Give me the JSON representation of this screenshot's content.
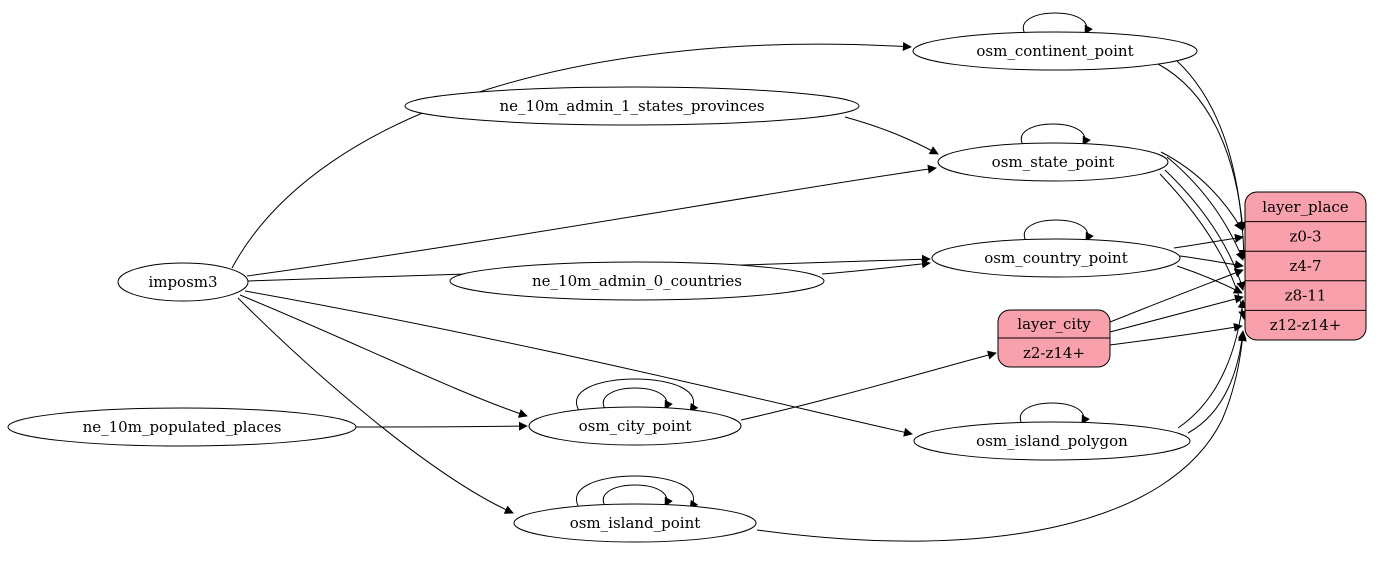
{
  "diagram": {
    "background": "#ffffff",
    "node_fill": "#ffffff",
    "stroke_color": "#000000",
    "record_fill": "#f8a0ac"
  },
  "nodes": {
    "imposm3": {
      "label": "imposm3"
    },
    "ne_admin1": {
      "label": "ne_10m_admin_1_states_provinces"
    },
    "ne_admin0": {
      "label": "ne_10m_admin_0_countries"
    },
    "ne_populated": {
      "label": "ne_10m_populated_places"
    },
    "continent": {
      "label": "osm_continent_point"
    },
    "state": {
      "label": "osm_state_point"
    },
    "country": {
      "label": "osm_country_point"
    },
    "city": {
      "label": "osm_city_point"
    },
    "island_polygon": {
      "label": "osm_island_polygon"
    },
    "island_point": {
      "label": "osm_island_point"
    }
  },
  "records": {
    "layer_city": {
      "title": "layer_city",
      "rows": [
        "z2-z14+"
      ]
    },
    "layer_place": {
      "title": "layer_place",
      "rows": [
        "z0-3",
        "z4-7",
        "z8-11",
        "z12-z14+"
      ]
    }
  }
}
